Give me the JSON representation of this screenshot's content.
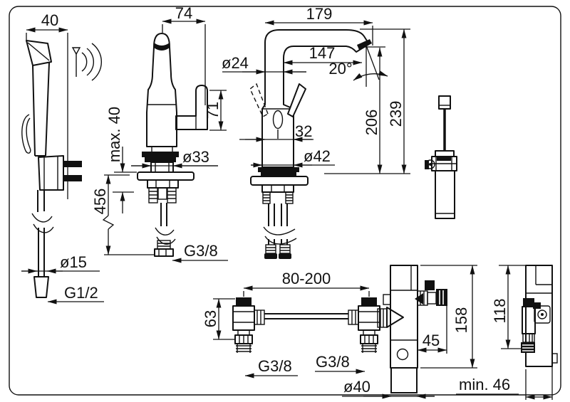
{
  "drawing": {
    "type": "technical-dimension-drawing",
    "views": {
      "hand_shower": {
        "name": "hand shower with wall holder and hose",
        "dims": {
          "width": "40",
          "hose_diameter": "ø15",
          "hose_thread": "G1/2"
        }
      },
      "low_spout_faucet": {
        "name": "basin faucet with low spout",
        "dims": {
          "width": "74",
          "handle_height": "71",
          "max_deck_thickness": "max. 40",
          "hose_length": "456",
          "shank_diameter": "ø33",
          "connection_thread": "G3/8"
        }
      },
      "high_spout_faucet": {
        "name": "basin faucet with high swivel spout",
        "dims": {
          "spout_reach": "179",
          "inner_reach": "147",
          "outlet_angle": "20°",
          "spout_tube_diameter": "ø24",
          "body_width": "32",
          "base_diameter": "ø42",
          "outlet_height": "206",
          "total_height": "239"
        }
      },
      "battery_unit": {
        "name": "battery power unit with cable"
      },
      "mounting_bridge": {
        "name": "installation bridge with valves",
        "dims": {
          "adjustable_span": "80-200",
          "valve_height": "63",
          "thread_left": "G3/8",
          "thread_right": "G3/8"
        }
      },
      "valve_unit_front": {
        "name": "mixer unit front view",
        "dims": {
          "side_offset": "45",
          "height": "158",
          "pipe_diameter": "ø40"
        }
      },
      "valve_unit_side": {
        "name": "mixer unit side view",
        "dims": {
          "height": "118",
          "min_depth": "min. 46"
        }
      }
    }
  }
}
